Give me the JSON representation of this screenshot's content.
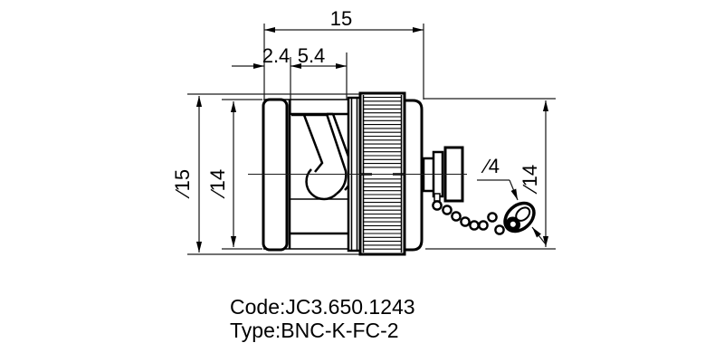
{
  "drawing": {
    "dimensions": {
      "overall_length": "15",
      "flange_thickness": "2.4",
      "slot_section_length": "5.4",
      "knurl_diameter": "∕15",
      "flange_diameter": "∕14",
      "ring_hole_diameter": "∕4",
      "end_bell_diameter": "∕14"
    },
    "title_block": {
      "code": "Code:JC3.650.1243",
      "type": "Type:BNC-K-FC-2"
    },
    "colors": {
      "line": "#000000",
      "background": "#ffffff"
    }
  }
}
